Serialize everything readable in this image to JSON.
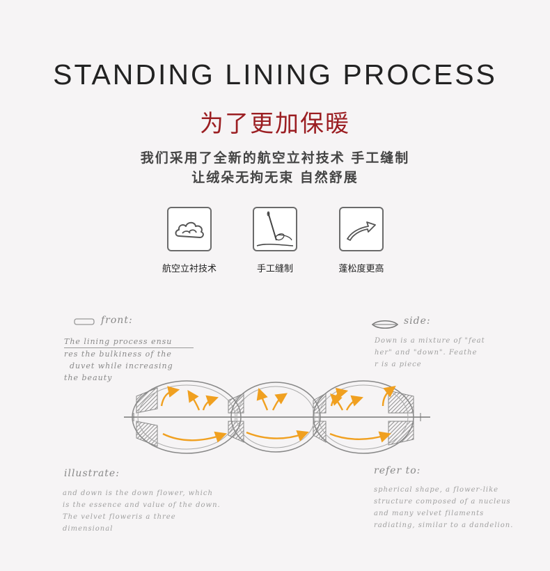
{
  "header": {
    "title": "STANDING LINING PROCESS",
    "subtitle": "为了更加保暖",
    "desc_line1": "我们采用了全新的航空立衬技术 手工缝制",
    "desc_line2": "让绒朵无拘无束 自然舒展"
  },
  "features": [
    {
      "label": "航空立衬技术",
      "icon": "cloud-icon"
    },
    {
      "label": "手工缝制",
      "icon": "needle-icon"
    },
    {
      "label": "蓬松度更高",
      "icon": "arrow-up-icon"
    }
  ],
  "notes": {
    "front": {
      "heading": "front:",
      "lines": [
        "The lining process ensu",
        "res the bulkiness of the",
        "duvet while increasing",
        "the beauty"
      ]
    },
    "side": {
      "heading": "side:",
      "lines": [
        "Down is a mixture of \"feat",
        "her\" and \"down\". Feathe",
        "r is a piece"
      ]
    },
    "illustrate": {
      "heading": "illustrate:",
      "lines": [
        "and down is the down flower, which",
        "is the essence and value of the down.",
        "The velvet floweris a three",
        "dimensional"
      ]
    },
    "refer": {
      "heading": "refer to:",
      "lines": [
        "spherical shape, a flower-like",
        "structure composed of a nucleus",
        "and many velvet filaments",
        "radiating, similar to a dandelion."
      ]
    }
  },
  "colors": {
    "accent_red": "#9b1e22",
    "arrow_orange": "#f0a020"
  }
}
